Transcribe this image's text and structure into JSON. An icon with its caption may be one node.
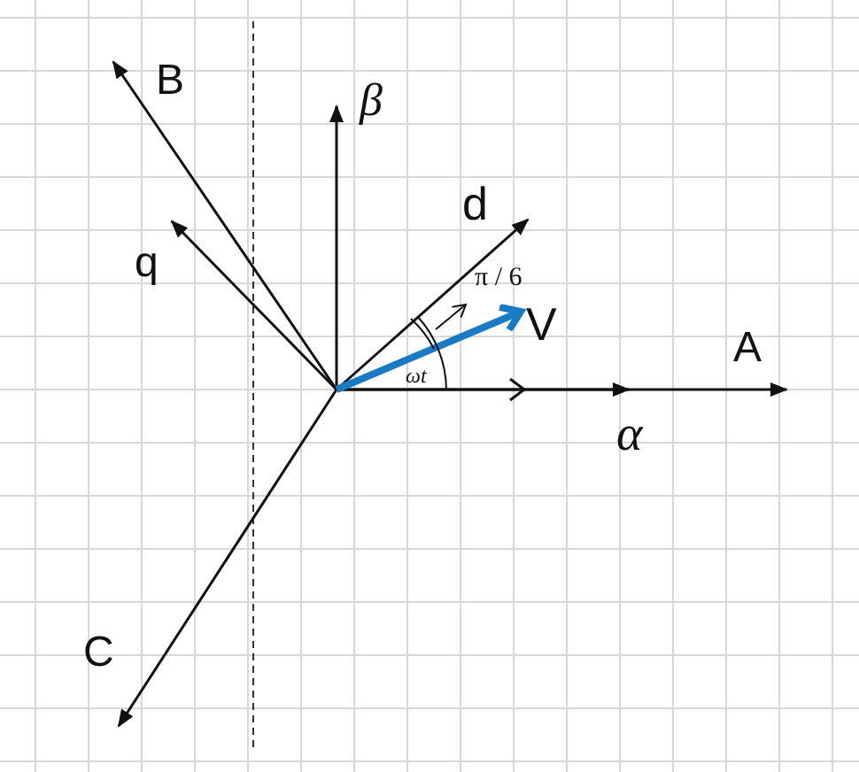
{
  "diagram": {
    "labels": [
      "B",
      "β",
      "d",
      "q",
      "π / 6",
      "V",
      "ωt",
      "A",
      "α",
      "C"
    ]
  }
}
